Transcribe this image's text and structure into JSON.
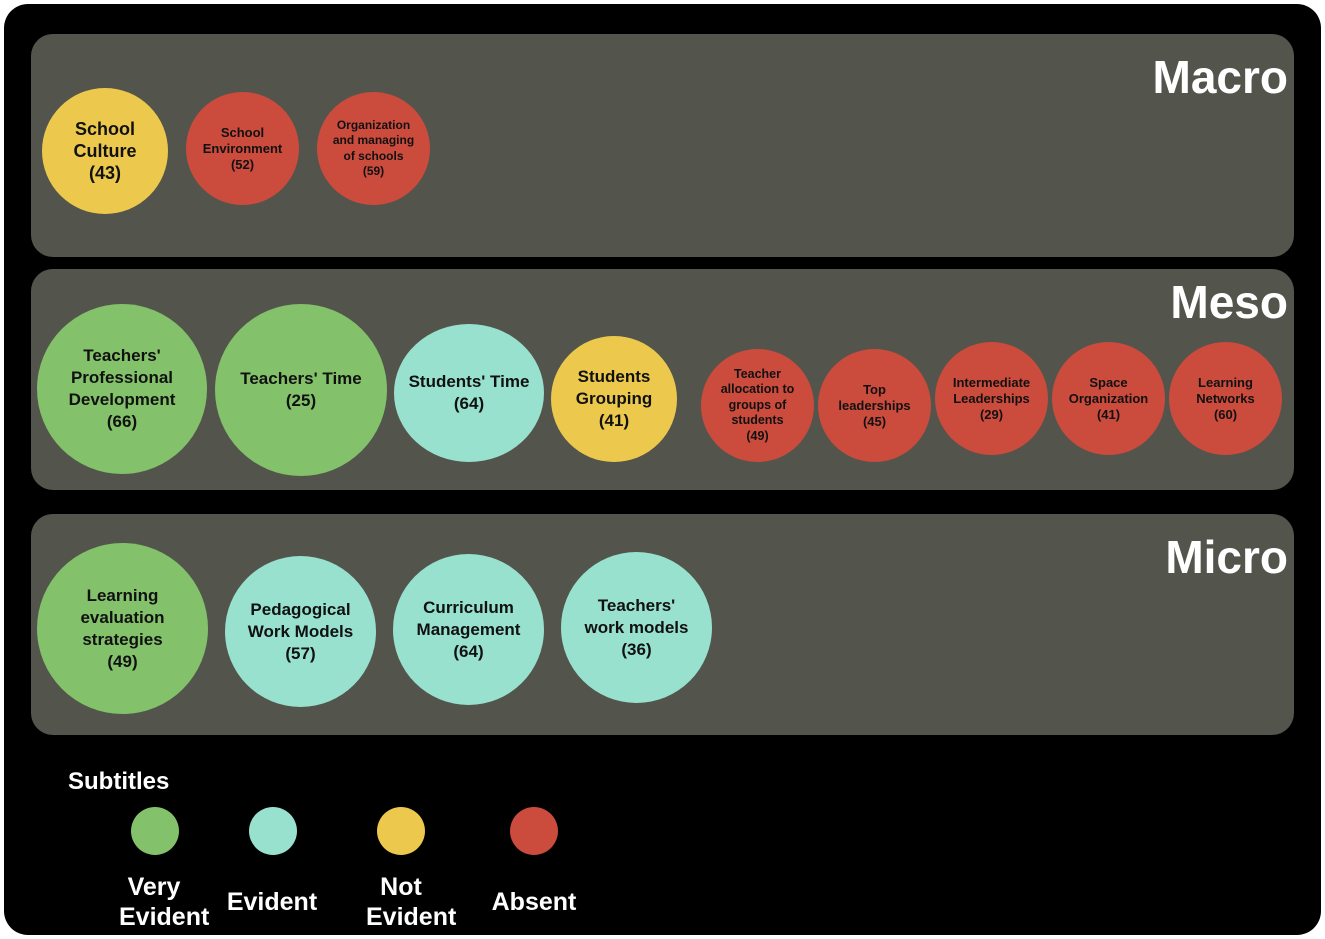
{
  "colors": {
    "very_evident": "#83c26a",
    "evident": "#98e1cf",
    "not_evident": "#ecc94c",
    "absent": "#cb4b3d"
  },
  "panels": [
    {
      "id": "macro",
      "title": "Macro",
      "items": [
        {
          "label": "School Culture",
          "count": "(43)",
          "status": "not_evident"
        },
        {
          "label": "School Environment",
          "count": "(52)",
          "status": "absent"
        },
        {
          "label": "Organization and managing of schools",
          "count": "(59)",
          "status": "absent"
        }
      ]
    },
    {
      "id": "meso",
      "title": "Meso",
      "items": [
        {
          "label": "Teachers' Professional Development",
          "count": "(66)",
          "status": "very_evident"
        },
        {
          "label": "Teachers' Time",
          "count": "(25)",
          "status": "very_evident"
        },
        {
          "label": "Students' Time",
          "count": "(64)",
          "status": "evident"
        },
        {
          "label": "Students Grouping",
          "count": "(41)",
          "status": "not_evident"
        },
        {
          "label": "Teacher allocation to groups of students",
          "count": "(49)",
          "status": "absent"
        },
        {
          "label": "Top leaderships",
          "count": "(45)",
          "status": "absent"
        },
        {
          "label": "Intermediate Leaderships",
          "count": "(29)",
          "status": "absent"
        },
        {
          "label": "Space Organization",
          "count": "(41)",
          "status": "absent"
        },
        {
          "label": "Learning Networks",
          "count": "(60)",
          "status": "absent"
        }
      ]
    },
    {
      "id": "micro",
      "title": "Micro",
      "items": [
        {
          "label": "Learning evaluation strategies",
          "count": "(49)",
          "status": "very_evident"
        },
        {
          "label": "Pedagogical Work Models",
          "count": "(57)",
          "status": "evident"
        },
        {
          "label": "Curriculum Management",
          "count": "(64)",
          "status": "evident"
        },
        {
          "label": "Teachers' work models",
          "count": "(36)",
          "status": "evident"
        }
      ]
    }
  ],
  "legend": {
    "title": "Subtitles",
    "items": [
      {
        "label": "Very Evident",
        "status": "very_evident"
      },
      {
        "label": "Evident",
        "status": "evident"
      },
      {
        "label": "Not Evident",
        "status": "not_evident"
      },
      {
        "label": "Absent",
        "status": "absent"
      }
    ]
  }
}
